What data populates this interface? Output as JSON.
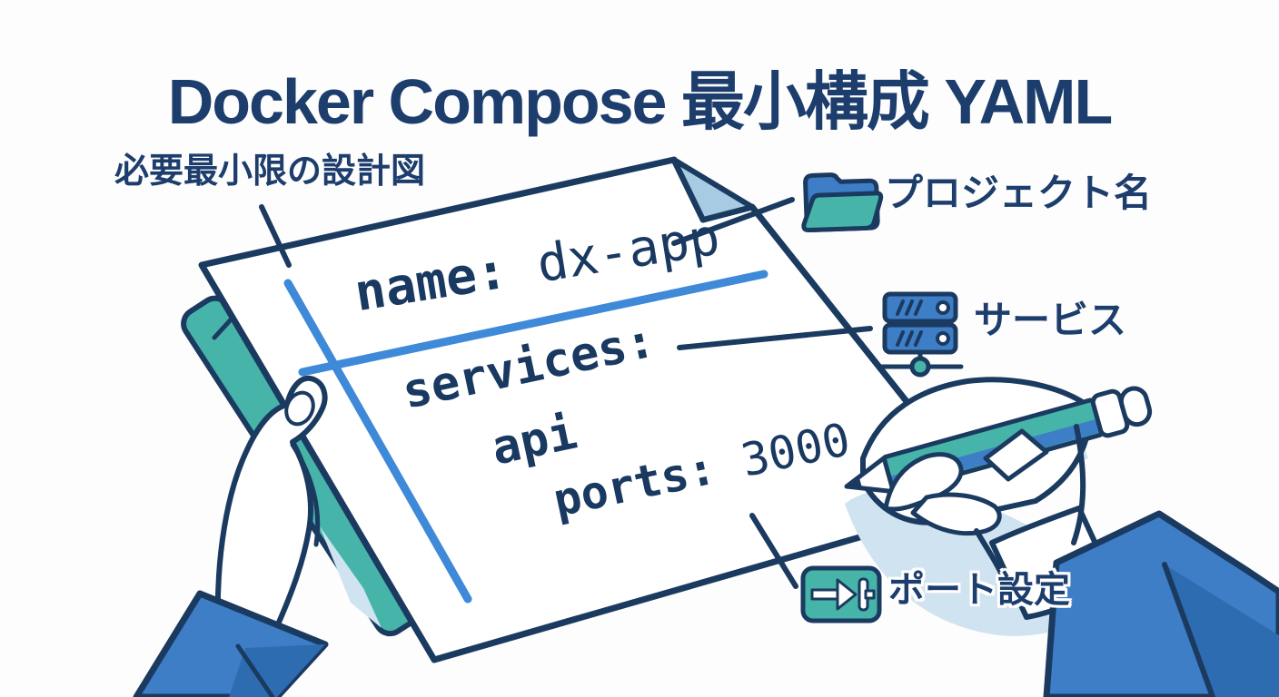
{
  "title": "Docker Compose 最小構成 YAML",
  "annotations": {
    "blueprint": {
      "label": "必要最小限の設計図"
    },
    "project": {
      "label": "プロジェクト名",
      "icon": "folder-icon"
    },
    "service": {
      "label": "サービス",
      "icon": "server-icon"
    },
    "port": {
      "label": "ポート設定",
      "icon": "port-mapping-icon"
    }
  },
  "yaml": {
    "name_key": "name:",
    "name_value": "dx-app",
    "services_key": "services:",
    "service_name": "api",
    "ports_key": "ports:",
    "ports_value": "3000"
  },
  "colors": {
    "navy": "#1b3a60",
    "text_navy": "#1d3e6d",
    "blue": "#3d7ec7",
    "teal": "#46b4a9",
    "fold_light_blue": "#a6cbe2",
    "shadow_light_blue": "#cfe3f1",
    "ruled_line_blue": "#3e89d8",
    "background": "#fdfdfd"
  }
}
